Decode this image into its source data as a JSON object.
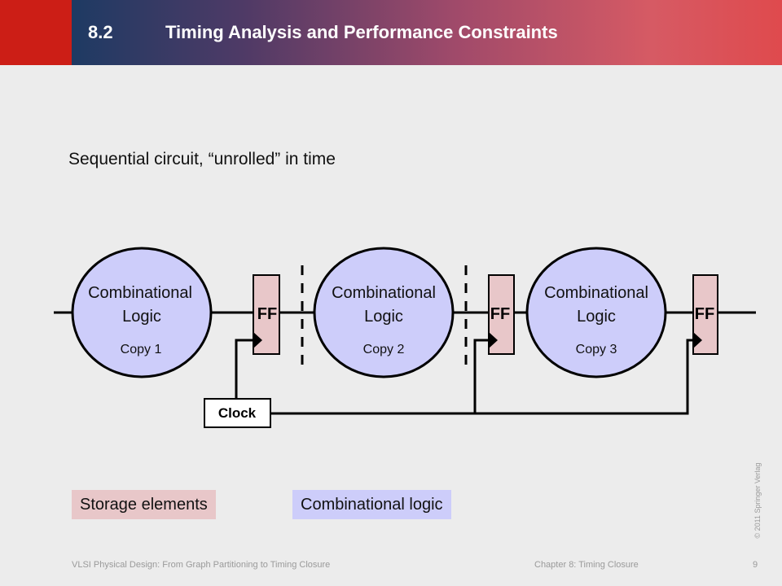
{
  "header": {
    "section_number": "8.2",
    "section_title": "Timing Analysis and Performance Constraints"
  },
  "subtitle": "Sequential circuit, “unrolled” in time",
  "diagram": {
    "comb_blocks": [
      {
        "line1": "Combinational",
        "line2": "Logic",
        "copy": "Copy 1"
      },
      {
        "line1": "Combinational",
        "line2": "Logic",
        "copy": "Copy 2"
      },
      {
        "line1": "Combinational",
        "line2": "Logic",
        "copy": "Copy 3"
      }
    ],
    "ff_label": "FF",
    "clock_label": "Clock",
    "colors": {
      "comb_fill": "#cdcdfa",
      "ff_fill": "#e8c7c9",
      "stroke": "#000000"
    }
  },
  "legend": {
    "storage": "Storage elements",
    "combinational": "Combinational logic"
  },
  "footer": {
    "left": "VLSI Physical Design: From Graph Partitioning to Timing Closure",
    "right": "Chapter 8: Timing Closure",
    "page": "9",
    "copyright": "© 2011 Springer Verlag"
  }
}
